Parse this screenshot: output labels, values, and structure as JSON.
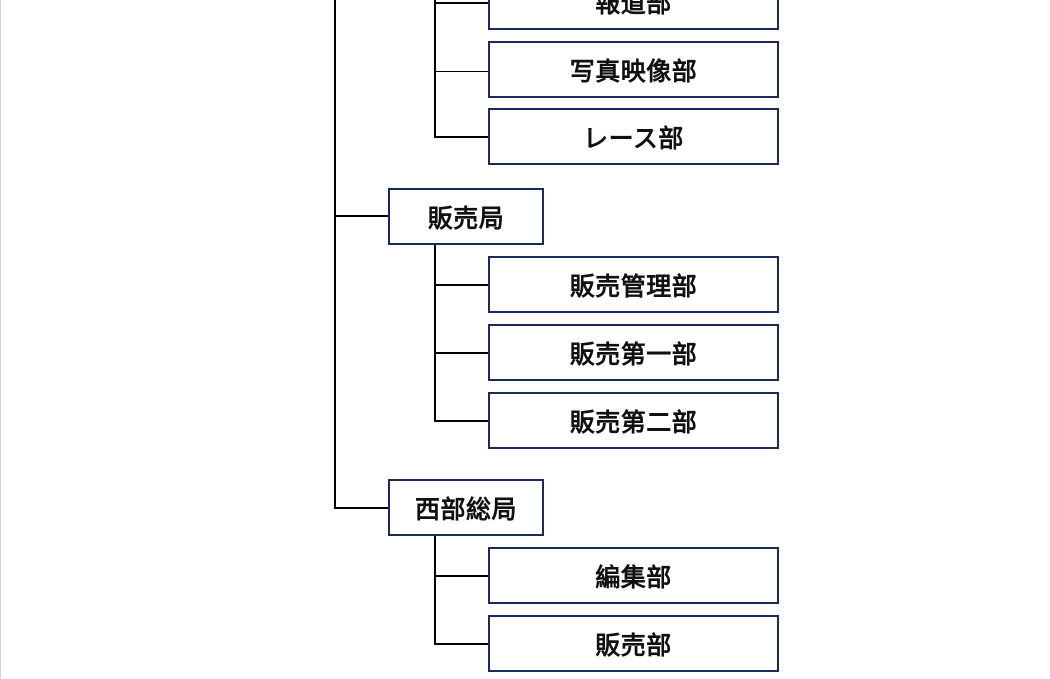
{
  "org_chart": {
    "top_group_departments": [
      {
        "label": "報道部"
      },
      {
        "label": "写真映像部"
      },
      {
        "label": "レース部"
      }
    ],
    "bureaus": [
      {
        "label": "販売局",
        "departments": [
          {
            "label": "販売管理部"
          },
          {
            "label": "販売第一部"
          },
          {
            "label": "販売第二部"
          }
        ]
      },
      {
        "label": "西部総局",
        "departments": [
          {
            "label": "編集部"
          },
          {
            "label": "販売部"
          }
        ]
      }
    ]
  },
  "colors": {
    "box_border": "#1a2a5a",
    "connector": "#000000",
    "text": "#111111"
  }
}
